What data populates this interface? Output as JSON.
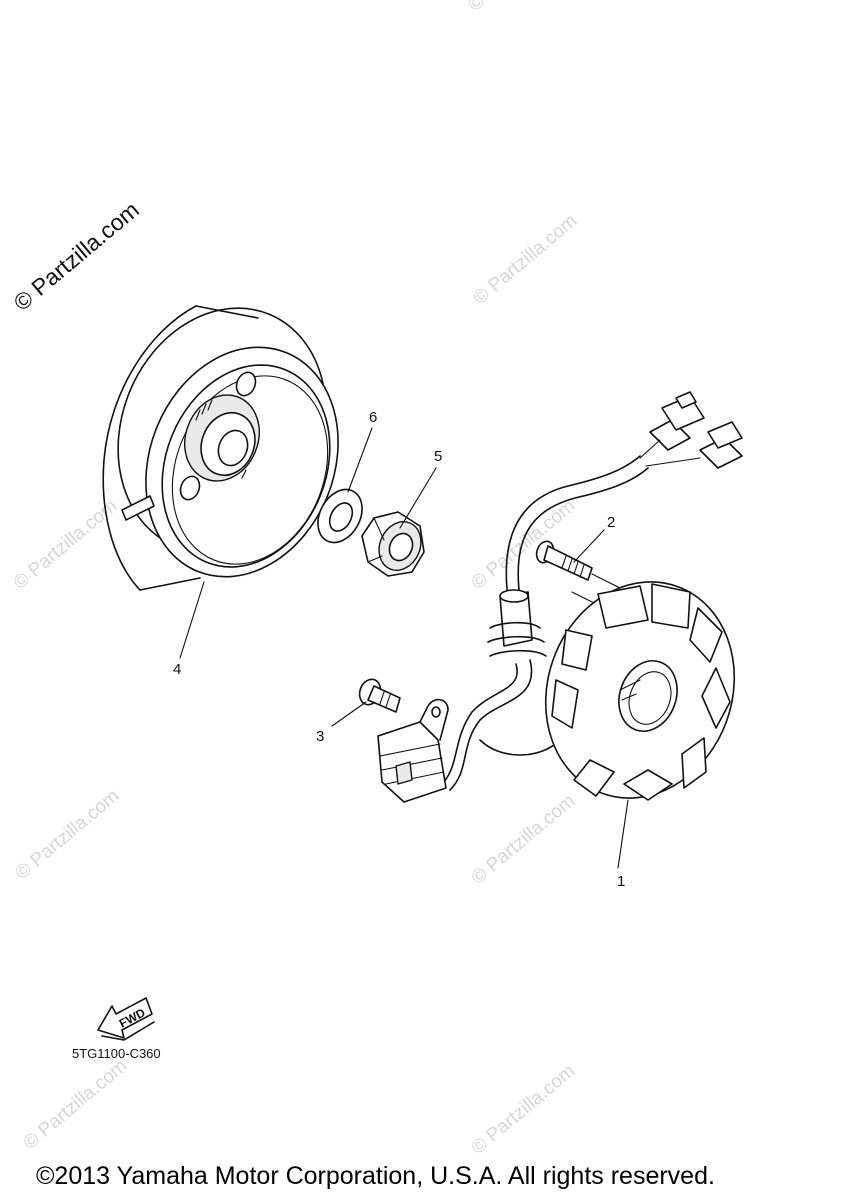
{
  "watermark": {
    "text": "© Partzilla.com"
  },
  "callouts": [
    {
      "id": "1",
      "label": "1"
    },
    {
      "id": "2",
      "label": "2"
    },
    {
      "id": "3",
      "label": "3"
    },
    {
      "id": "4",
      "label": "4"
    },
    {
      "id": "5",
      "label": "5"
    },
    {
      "id": "6",
      "label": "6"
    }
  ],
  "fwd_label": "FWD",
  "diagram_code": "5TG1100-C360",
  "copyright": "©2013 Yamaha Motor Corporation, U.S.A. All rights reserved."
}
